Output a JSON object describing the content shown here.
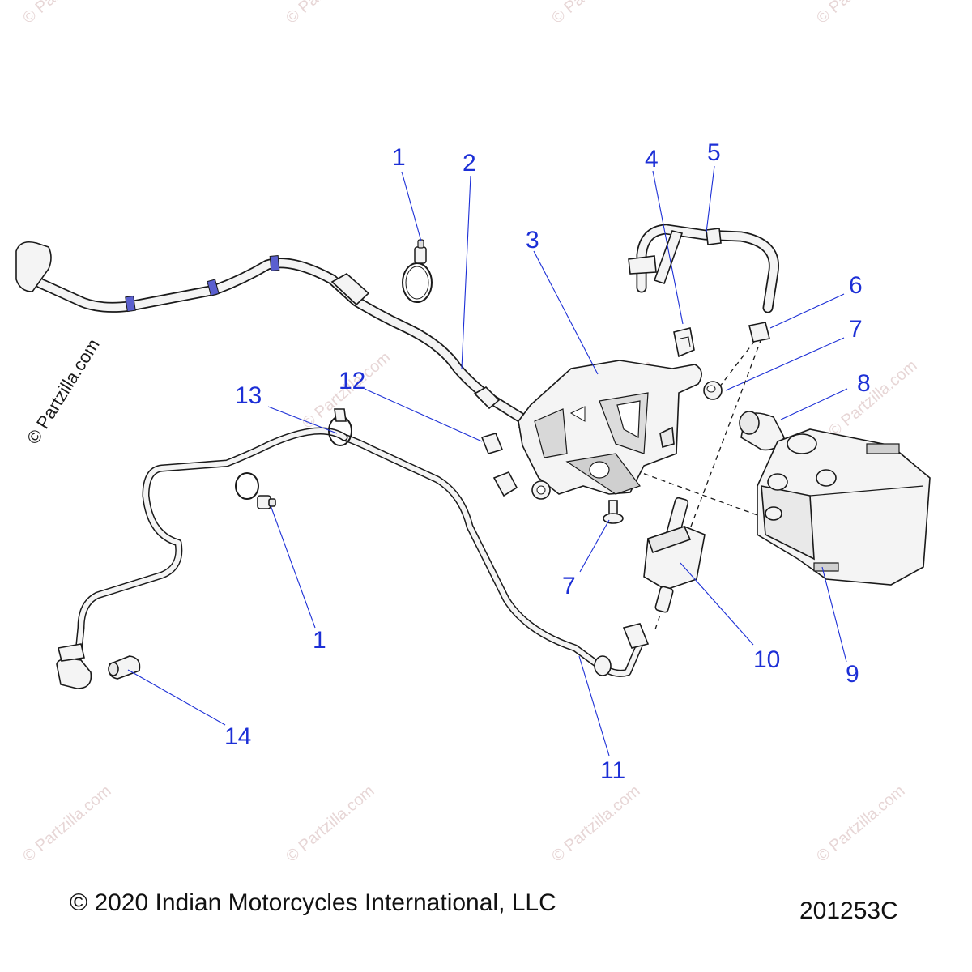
{
  "diagram": {
    "callouts": [
      "1",
      "2",
      "3",
      "4",
      "5",
      "6",
      "7",
      "8",
      "12",
      "13",
      "7",
      "1",
      "10",
      "9",
      "14",
      "11"
    ],
    "watermark": "© Partzilla.com",
    "side_watermark": "© Partzilla.com"
  },
  "footer": {
    "copyright": "© 2020 Indian Motorcycles International, LLC",
    "diagram_number": "201253C"
  },
  "colors": {
    "callout": "#1c2fd6",
    "hose_band": "#5a5fcf",
    "watermark": "#e7d6d6"
  }
}
